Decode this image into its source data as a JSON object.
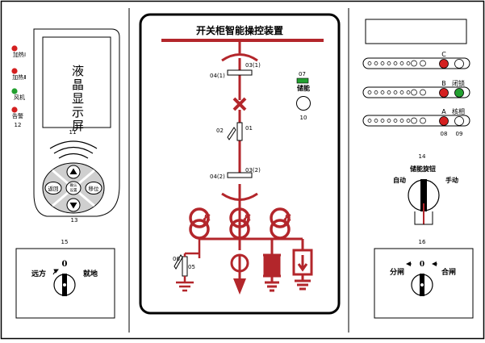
{
  "left": {
    "indicators": [
      {
        "label": "加热Ⅰ",
        "color": "#d42020"
      },
      {
        "label": "加热Ⅱ",
        "color": "#d42020"
      },
      {
        "label": "风机",
        "color": "#23a030"
      },
      {
        "label": "告警",
        "color": "#d42020"
      }
    ],
    "indicator_ref": "12",
    "lcd_text": "液晶显示屏",
    "lcd_ref": "11",
    "keypad_ref": "13",
    "btn_return": "返回",
    "btn_confirm_l1": "确认",
    "btn_confirm_l2": "设置",
    "btn_shift": "移位",
    "switch_ref": "15",
    "switch_zero": "0",
    "switch_left": "远方",
    "switch_right": "就地"
  },
  "center": {
    "title": "开关柜智能操控装置",
    "labels": {
      "d03_1": "03(1)",
      "d04_1": "04(1)",
      "d07": "07",
      "storage": "储能",
      "d10": "10",
      "d02": "02",
      "d01": "01",
      "d03_2": "03(2)",
      "d04_2": "04(2)",
      "d06": "06",
      "d05": "05"
    }
  },
  "right": {
    "phases": [
      {
        "label": "C",
        "led1": "#d42020",
        "led2": "#ffffff",
        "side": ""
      },
      {
        "label": "B",
        "led1": "#d42020",
        "led2": "#23a030",
        "side": "闭锁"
      },
      {
        "label": "A",
        "led1": "#d42020",
        "led2": "#ffffff",
        "side": "核相"
      }
    ],
    "phase_ref_left": "08",
    "phase_ref_right": "09",
    "knob_ref": "14",
    "knob_top": "储能旋钮",
    "knob_left": "自动",
    "knob_right": "手动",
    "switch_ref": "16",
    "switch_zero": "0",
    "switch_left": "分闸",
    "switch_right": "合闸"
  },
  "colors": {
    "accent_red": "#b3262b",
    "led_red": "#d42020",
    "led_green": "#23a030",
    "gray_panel": "#cfcfcf"
  }
}
